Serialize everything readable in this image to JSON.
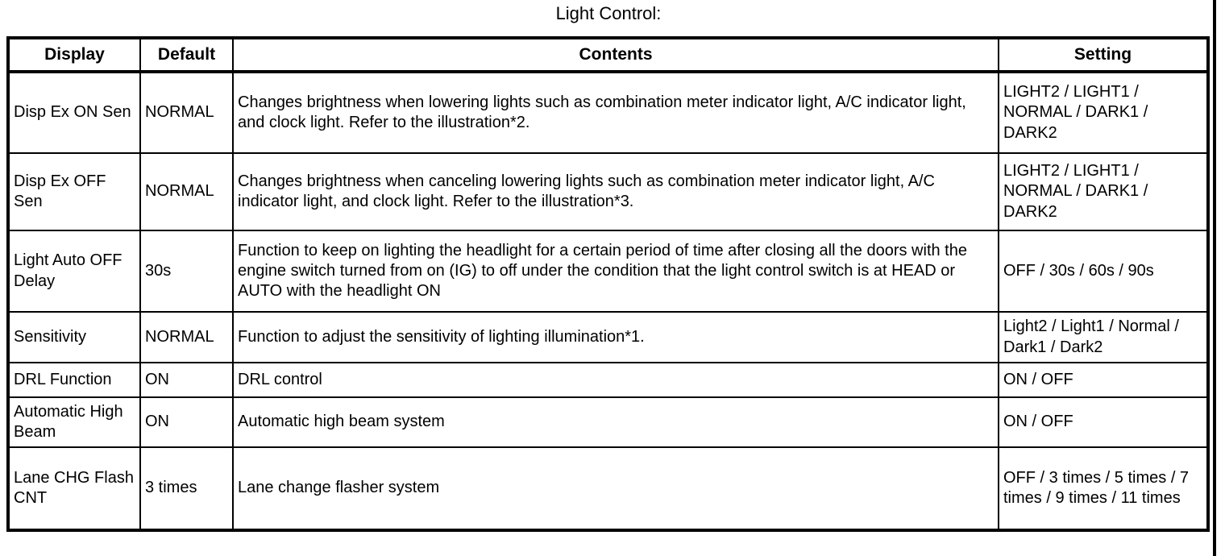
{
  "title": "Light Control:",
  "table": {
    "headers": [
      "Display",
      "Default",
      "Contents",
      "Setting"
    ],
    "rows": [
      {
        "display": "Disp Ex ON Sen",
        "default": "NORMAL",
        "contents": "Changes brightness when lowering lights such as combination meter indicator light, A/C indicator light, and clock light. Refer to the illustration*2.",
        "setting": "LIGHT2 / LIGHT1 / NORMAL / DARK1 / DARK2"
      },
      {
        "display": "Disp Ex OFF Sen",
        "default": "NORMAL",
        "contents": "Changes brightness when canceling lowering lights such as combination meter indicator light, A/C indicator light, and clock light. Refer to the illustration*3.",
        "setting": "LIGHT2 / LIGHT1 / NORMAL / DARK1 / DARK2"
      },
      {
        "display": "Light Auto OFF Delay",
        "default": "30s",
        "contents": "Function to keep on lighting the headlight for a certain period of time after closing all the doors with the engine switch turned from on (IG) to off under the condition that the light control switch is at HEAD or AUTO with the headlight ON",
        "setting": "OFF / 30s / 60s / 90s"
      },
      {
        "display": "Sensitivity",
        "default": "NORMAL",
        "contents": "Function to adjust the sensitivity of lighting illumination*1.",
        "setting": "Light2 / Light1 / Normal / Dark1 / Dark2"
      },
      {
        "display": "DRL Function",
        "default": "ON",
        "contents": "DRL control",
        "setting": "ON / OFF"
      },
      {
        "display": "Automatic High Beam",
        "default": "ON",
        "contents": "Automatic high beam system",
        "setting": "ON / OFF"
      },
      {
        "display": "Lane CHG Flash CNT",
        "default": "3 times",
        "contents": "Lane change flasher system",
        "setting": "OFF / 3 times / 5 times / 7 times / 9 times / 11 times"
      }
    ]
  }
}
